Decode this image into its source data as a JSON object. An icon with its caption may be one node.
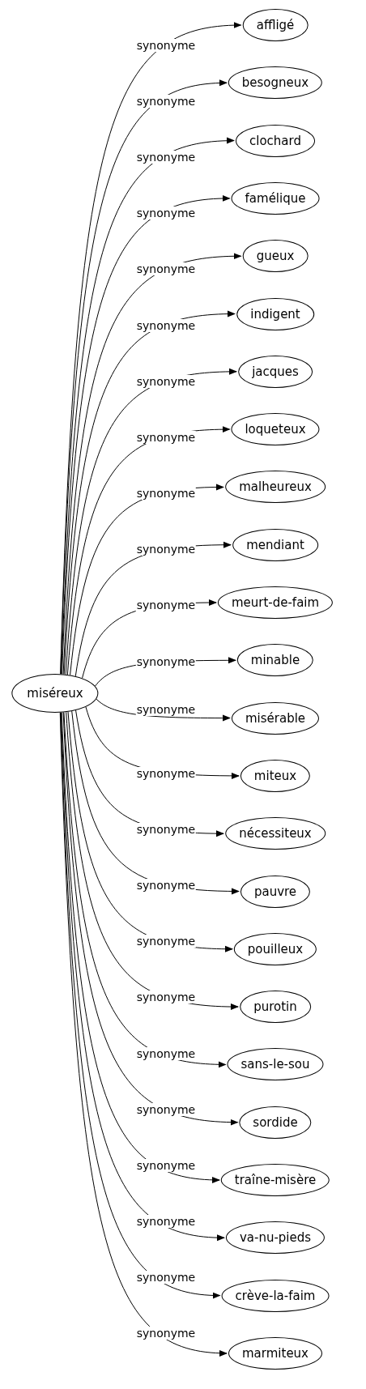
{
  "diagram": {
    "nodes": [
      {
        "text": [
          "miséreux"
        ]
      },
      {
        "text": [
          "affligé"
        ]
      },
      {
        "text": [
          "besogneux"
        ]
      },
      {
        "text": [
          "clochard"
        ]
      },
      {
        "text": [
          "famélique"
        ]
      },
      {
        "text": [
          "gueux"
        ]
      },
      {
        "text": [
          "indigent"
        ]
      },
      {
        "text": [
          "jacques"
        ]
      },
      {
        "text": [
          "loqueteux"
        ]
      },
      {
        "text": [
          "malheureux"
        ]
      },
      {
        "text": [
          "mendiant"
        ]
      },
      {
        "text": [
          "meurt-de-faim"
        ]
      },
      {
        "text": [
          "minable"
        ]
      },
      {
        "text": [
          "misérable"
        ]
      },
      {
        "text": [
          "miteux"
        ]
      },
      {
        "text": [
          "nécessiteux"
        ]
      },
      {
        "text": [
          "pauvre"
        ]
      },
      {
        "text": [
          "pouilleux"
        ]
      },
      {
        "text": [
          "purotin"
        ]
      },
      {
        "text": [
          "sans-le-sou"
        ]
      },
      {
        "text": [
          "sordide"
        ]
      },
      {
        "text": [
          "traîne-misère"
        ]
      },
      {
        "text": [
          "va-nu-pieds"
        ]
      },
      {
        "text": [
          "crève-la-faim"
        ]
      },
      {
        "text": [
          "marmiteux"
        ]
      }
    ],
    "edges": [
      {
        "from": 0,
        "to": 1,
        "arrow": "to",
        "label": "synonyme"
      },
      {
        "from": 0,
        "to": 2,
        "arrow": "to",
        "label": "synonyme"
      },
      {
        "from": 0,
        "to": 3,
        "arrow": "to",
        "label": "synonyme"
      },
      {
        "from": 0,
        "to": 4,
        "arrow": "to",
        "label": "synonyme"
      },
      {
        "from": 0,
        "to": 5,
        "arrow": "to",
        "label": "synonyme"
      },
      {
        "from": 0,
        "to": 6,
        "arrow": "to",
        "label": "synonyme"
      },
      {
        "from": 0,
        "to": 7,
        "arrow": "to",
        "label": "synonyme"
      },
      {
        "from": 0,
        "to": 8,
        "arrow": "to",
        "label": "synonyme"
      },
      {
        "from": 0,
        "to": 9,
        "arrow": "to",
        "label": "synonyme"
      },
      {
        "from": 0,
        "to": 10,
        "arrow": "to",
        "label": "synonyme"
      },
      {
        "from": 0,
        "to": 11,
        "arrow": "to",
        "label": "synonyme"
      },
      {
        "from": 0,
        "to": 12,
        "arrow": "to",
        "label": "synonyme"
      },
      {
        "from": 0,
        "to": 13,
        "arrow": "to",
        "label": "synonyme"
      },
      {
        "from": 0,
        "to": 14,
        "arrow": "to",
        "label": "synonyme"
      },
      {
        "from": 0,
        "to": 15,
        "arrow": "to",
        "label": "synonyme"
      },
      {
        "from": 0,
        "to": 16,
        "arrow": "to",
        "label": "synonyme"
      },
      {
        "from": 0,
        "to": 17,
        "arrow": "to",
        "label": "synonyme"
      },
      {
        "from": 0,
        "to": 18,
        "arrow": "to",
        "label": "synonyme"
      },
      {
        "from": 0,
        "to": 19,
        "arrow": "to",
        "label": "synonyme"
      },
      {
        "from": 0,
        "to": 20,
        "arrow": "to",
        "label": "synonyme"
      },
      {
        "from": 0,
        "to": 21,
        "arrow": "to",
        "label": "synonyme"
      },
      {
        "from": 0,
        "to": 22,
        "arrow": "to",
        "label": "synonyme"
      },
      {
        "from": 0,
        "to": 23,
        "arrow": "to",
        "label": "synonyme"
      },
      {
        "from": 0,
        "to": 24,
        "arrow": "to",
        "label": "synonyme"
      }
    ]
  }
}
